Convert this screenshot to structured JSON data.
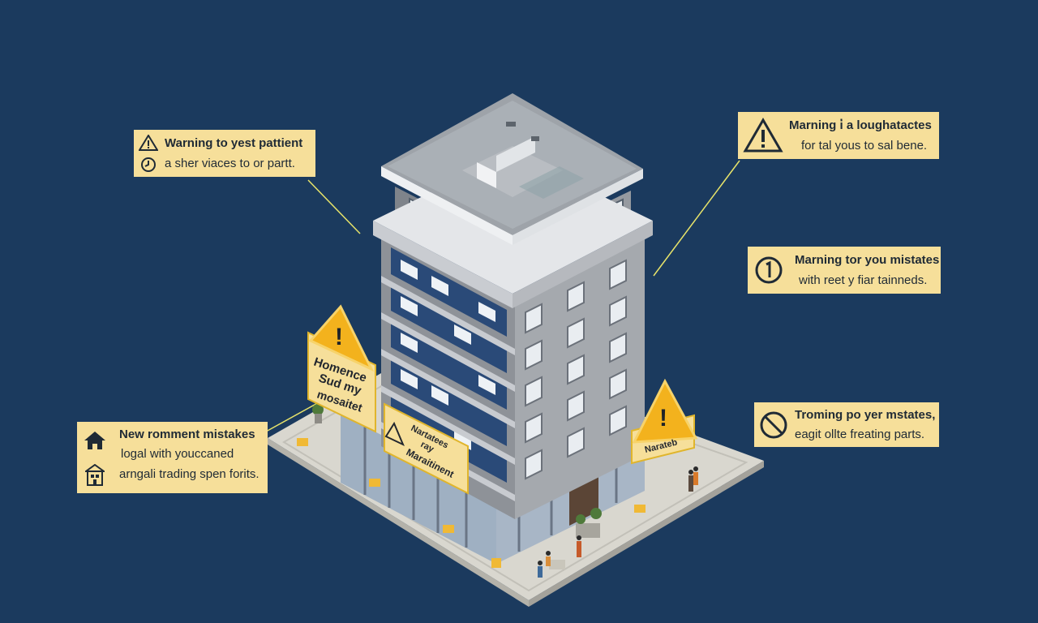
{
  "colors": {
    "background": "#1b3a5e",
    "callout": "#f6df9a",
    "callout_text": "#1f2a35",
    "warning_sign": "#f3b21d",
    "leader_line": "#e7e36a",
    "wall": "#8e9298",
    "window": "#2a4a78",
    "ground": "#d9d7cf"
  },
  "callouts": {
    "top_left": {
      "icons": [
        "warning-triangle-icon",
        "clock-icon"
      ],
      "line1": "Warning to yest pattient",
      "line2": "a sher viaces to or partt."
    },
    "top_right": {
      "icons": [
        "warning-triangle-icon"
      ],
      "line1": "Marning i̇ a loughatactes",
      "line2": "for tal yous to sal bene."
    },
    "mid_right": {
      "icons": [
        "info-circle-icon"
      ],
      "line1": "Marning tor you mistates",
      "line2": "with reet y fiar tainneds."
    },
    "bottom_right": {
      "icons": [
        "prohibited-icon"
      ],
      "line1": "Troming po yer mstates,",
      "line2": "eagit ollte freating parts."
    },
    "bottom_left": {
      "icons": [
        "house-icon",
        "building-icon"
      ],
      "line1": "New romment mistakes",
      "line2": "logal with youccaned",
      "line3": "arngali trading spen forits."
    }
  },
  "signs": {
    "left": {
      "line1": "Homence",
      "line2": "Sud my",
      "line3": "mosaitet"
    },
    "front": {
      "line1": "Nartatees",
      "line2": "ray",
      "line3": "Maraitinent"
    },
    "right": {
      "line1": "Narateb"
    }
  }
}
